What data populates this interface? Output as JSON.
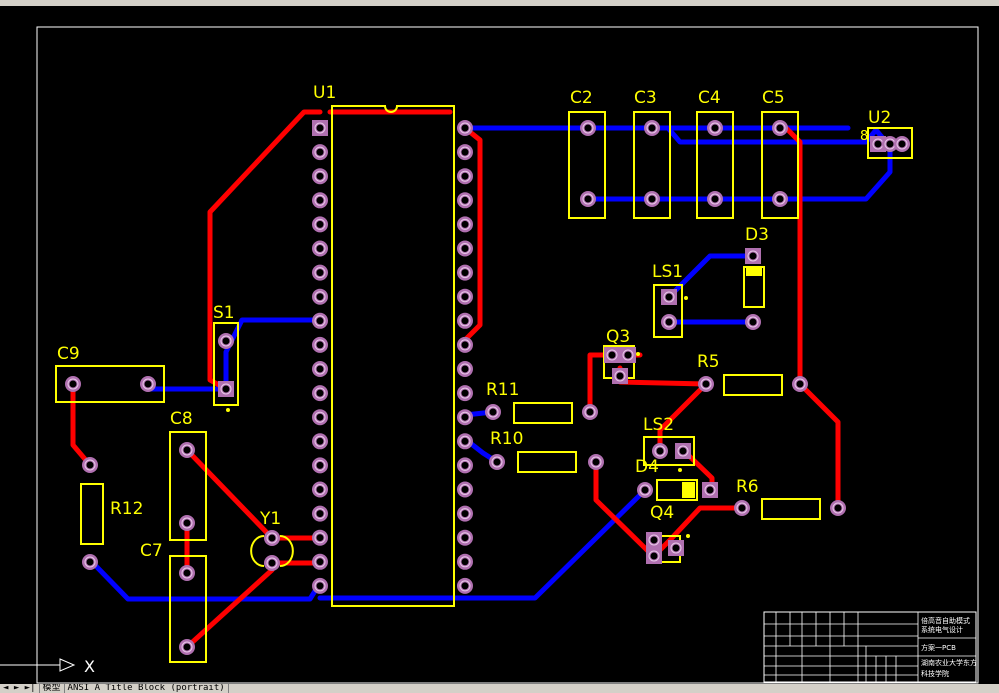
{
  "components": {
    "U1": "U1",
    "U2": "U2",
    "U2_pin": "8",
    "C2": "C2",
    "C3": "C3",
    "C4": "C4",
    "C5": "C5",
    "C7": "C7",
    "C8": "C8",
    "C9": "C9",
    "D3": "D3",
    "D4": "D4",
    "LS1": "LS1",
    "LS2": "LS2",
    "Q3": "Q3",
    "Q4": "Q4",
    "R5": "R5",
    "R6": "R6",
    "R10": "R10",
    "R11": "R11",
    "R12": "R12",
    "S1": "S1",
    "Y1": "Y1"
  },
  "axis": {
    "x_label": "X"
  },
  "title_block": {
    "line1": "倍高音自助模式",
    "line2": "系统电气设计",
    "line3": "方案一PCB",
    "line4": "湖南农业大学东方",
    "line5": "科技学院"
  },
  "tabs": {
    "left_arrows": "◄ ► ►|",
    "model": "模型",
    "layout": "ANSI A Title Block (portrait)"
  },
  "colors": {
    "background": "#000000",
    "top_copper": "#ff0000",
    "bottom_copper": "#0000ff",
    "silkscreen": "#ffff00",
    "pad": "#c080c0",
    "border": "#ffffff"
  }
}
